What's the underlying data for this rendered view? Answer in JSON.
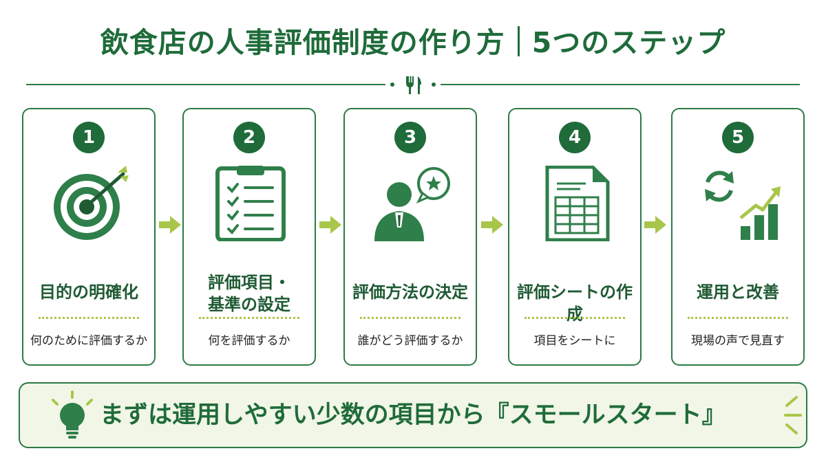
{
  "title": {
    "main": "飲食店の人事評価制度の作り方",
    "sub": "5つのステップ"
  },
  "steps": [
    {
      "number": "1",
      "label_lines": [
        "目的の明確化"
      ],
      "description": "何のために評価するか",
      "icon": "target-icon"
    },
    {
      "number": "2",
      "label_lines": [
        "評価項目・",
        "基準の設定"
      ],
      "description": "何を評価するか",
      "icon": "clipboard-checklist-icon"
    },
    {
      "number": "3",
      "label_lines": [
        "評価方法の決定"
      ],
      "description": "誰がどう評価するか",
      "icon": "person-speech-star-icon"
    },
    {
      "number": "4",
      "label_lines": [
        "評価シートの作成"
      ],
      "description": "項目をシートに",
      "icon": "spreadsheet-document-icon"
    },
    {
      "number": "5",
      "label_lines": [
        "運用と改善"
      ],
      "description": "現場の声で見直す",
      "icon": "refresh-growth-chart-icon"
    }
  ],
  "banner": {
    "text": "まずは運用しやすい少数の項目から『スモールスタート』",
    "icon": "lightbulb-icon"
  },
  "colors": {
    "primary_green": "#1f6b3a",
    "accent_lime": "#a8c64a",
    "banner_bg": "#f1f6e6"
  }
}
